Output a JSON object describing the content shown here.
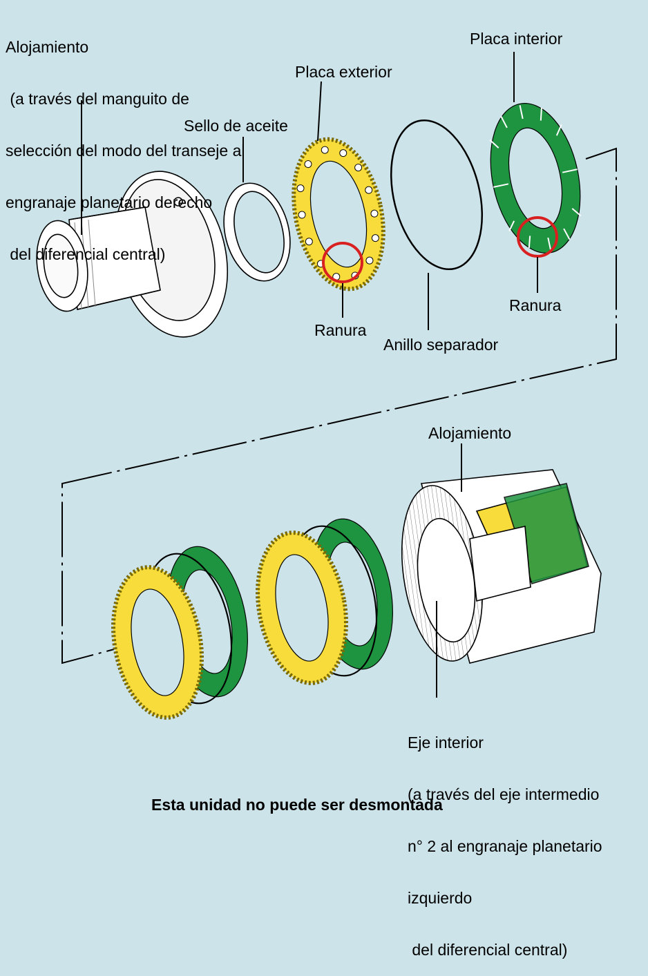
{
  "labels": {
    "housing_top": [
      "Alojamiento",
      " (a través del manguito de",
      "selección del modo del transeje al",
      "engranaje planetario derecho",
      " del diferencial central)"
    ],
    "oil_seal": "Sello de aceite",
    "outer_plate": "Placa exterior",
    "inner_plate": "Placa interior",
    "groove_left": "Ranura",
    "groove_right": "Ranura",
    "spacer_ring": "Anillo separador",
    "housing_bottom": "Alojamiento",
    "inner_shaft": [
      "Eje interior",
      "(a través del eje intermedio",
      "n° 2 al engranaje planetario",
      "izquierdo",
      " del diferencial central)"
    ]
  },
  "footer": "Esta unidad no puede ser desmontada",
  "colors": {
    "background": "#cce3e9",
    "outer_plate": "#f7dc3b",
    "inner_plate": "#1f9440",
    "highlight_circle": "#d92020",
    "line": "#000000",
    "part_fill": "#ffffff"
  }
}
